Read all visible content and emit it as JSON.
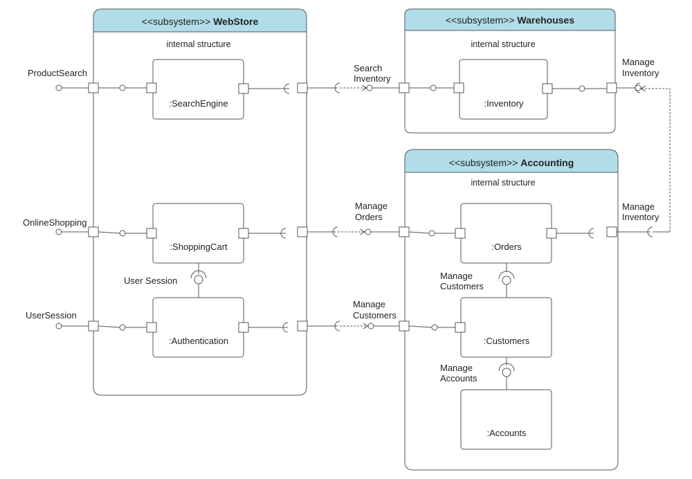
{
  "colors": {
    "header_fill": "#b1dde8",
    "stroke": "#555555",
    "background": "#ffffff"
  },
  "subsystems": {
    "webstore": {
      "stereotype": "<<subsystem>>",
      "name": "WebStore",
      "caption": "internal structure"
    },
    "warehouses": {
      "stereotype": "<<subsystem>>",
      "name": "Warehouses",
      "caption": "internal structure"
    },
    "accounting": {
      "stereotype": "<<subsystem>>",
      "name": "Accounting",
      "caption": "internal structure"
    }
  },
  "components": {
    "search_engine": ":SearchEngine",
    "shopping_cart": ":ShoppingCart",
    "authentication": ":Authentication",
    "inventory": ":Inventory",
    "orders": ":Orders",
    "customers": ":Customers",
    "accounts": ":Accounts"
  },
  "interfaces": {
    "product_search": "ProductSearch",
    "online_shopping": "OnlineShopping",
    "user_session_ext": "UserSession",
    "user_session_int": "User Session",
    "search_inventory": [
      "Search",
      "Inventory"
    ],
    "manage_orders": [
      "Manage",
      "Orders"
    ],
    "manage_customers_ext": [
      "Manage",
      "Customers"
    ],
    "manage_inventory_top": [
      "Manage",
      "Inventory"
    ],
    "manage_inventory_mid": [
      "Manage",
      "Inventory"
    ],
    "manage_customers_int": [
      "Manage",
      "Customers"
    ],
    "manage_accounts": [
      "Manage",
      "Accounts"
    ]
  }
}
